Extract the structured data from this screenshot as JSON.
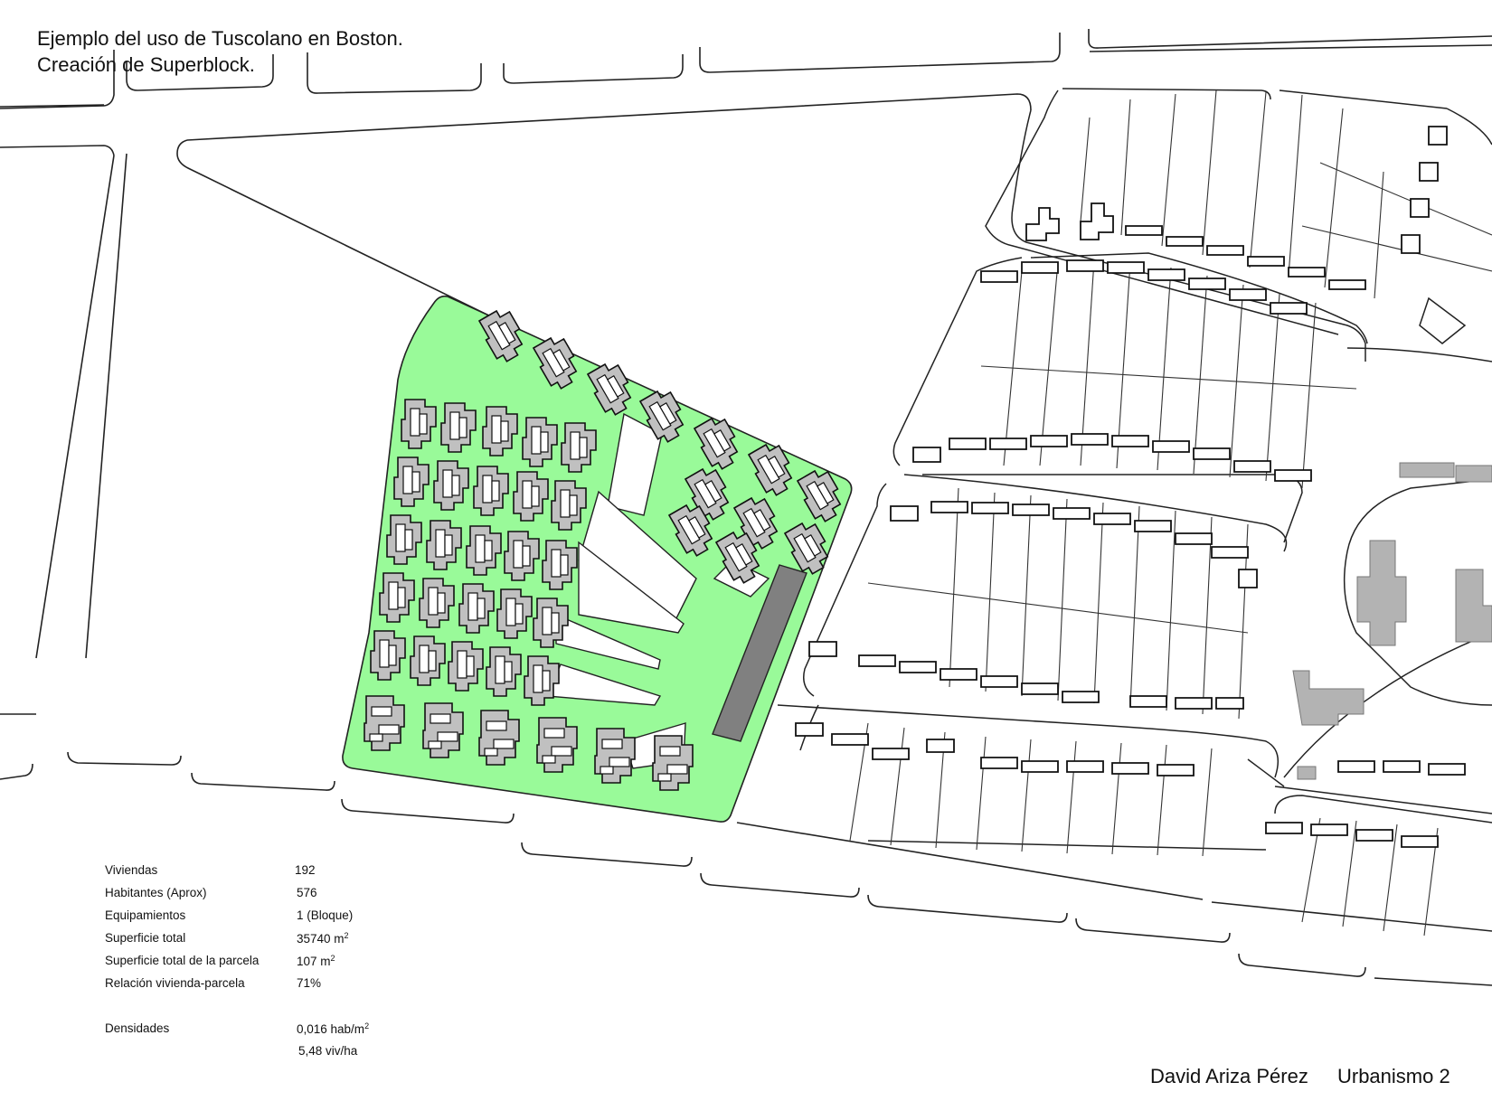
{
  "header": {
    "line1": "Ejemplo del uso de Tuscolano en Boston.",
    "line2": "Creación de Superblock."
  },
  "stats": {
    "viviendas": {
      "label": "Viviendas",
      "value": "192"
    },
    "habitantes": {
      "label": "Habitantes (Aprox)",
      "value": "576"
    },
    "equipamientos": {
      "label": "Equipamientos",
      "value": "1 (Bloque)"
    },
    "superficie_total": {
      "label": "Superficie total",
      "value": "35740 m",
      "unit_exp": "2"
    },
    "superficie_parcela": {
      "label": "Superficie total de la parcela",
      "value": "107 m",
      "unit_exp": "2"
    },
    "relacion": {
      "label": "Relación vivienda-parcela",
      "value": "71%"
    },
    "densidades": {
      "label": "Densidades",
      "value1": "0,016 hab/m",
      "value1_exp": "2",
      "value2": "5,48 viv/ha"
    }
  },
  "credit": {
    "author": "David Ariza Pérez",
    "course": "Urbanismo 2"
  },
  "colors": {
    "green_space": "#99fa99",
    "housing_fill": "#c0c0c0",
    "equipment_block": "#808080",
    "context_building": "#b3b3b3",
    "line": "#111111"
  },
  "legend_icons": [
    "housing-unit-icon",
    "equipment-block-icon"
  ]
}
